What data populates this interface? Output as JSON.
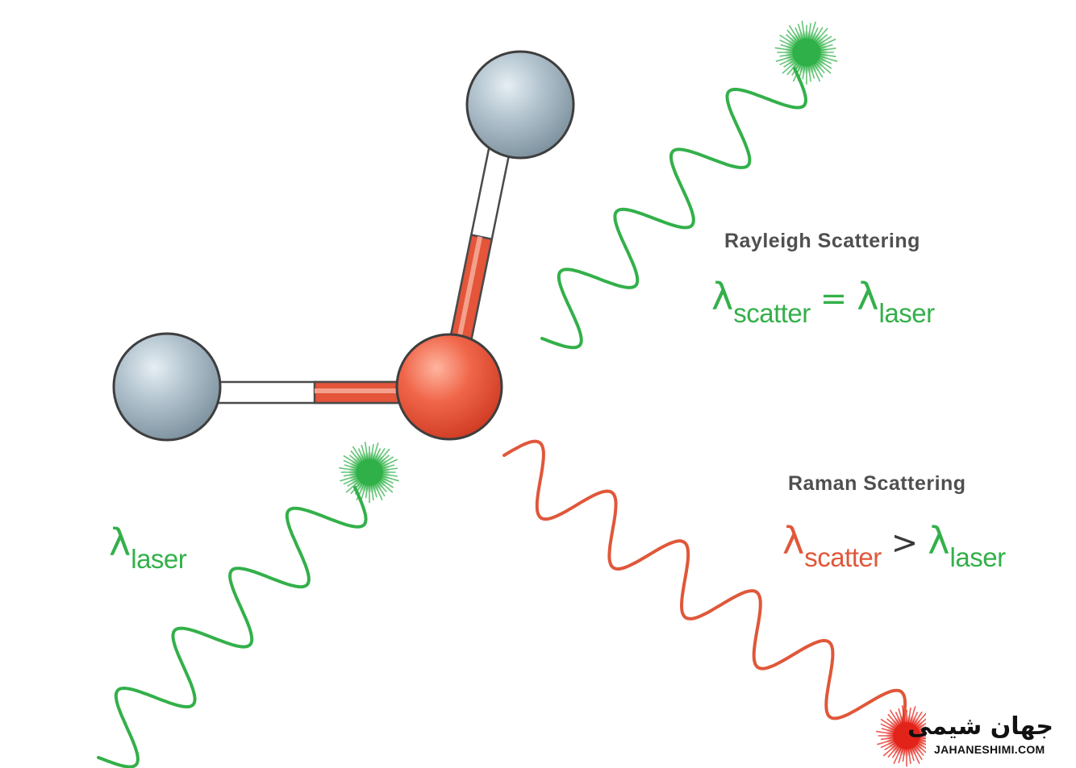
{
  "diagram": {
    "rayleigh": {
      "title": "Rayleigh Scattering",
      "lhs_symbol": "λ",
      "lhs_sub": "scatter",
      "operator": "=",
      "rhs_symbol": "λ",
      "rhs_sub": "laser"
    },
    "raman": {
      "title": "Raman Scattering",
      "lhs_symbol": "λ",
      "lhs_sub": "scatter",
      "operator": ">",
      "rhs_symbol": "λ",
      "rhs_sub": "laser"
    },
    "incident": {
      "symbol": "λ",
      "sub": "laser"
    },
    "colors": {
      "laser_wave": "#33b04a",
      "raman_wave": "#e0573a",
      "hydrogen_atom": "#a9bcc8",
      "oxygen_atom": "#ee5a3c",
      "bond_red": "#e4553a",
      "heading_text": "#3c3c3c"
    }
  },
  "watermark": {
    "brand": "جهان شیمی",
    "domain": "JAHANESHIMI.COM"
  }
}
